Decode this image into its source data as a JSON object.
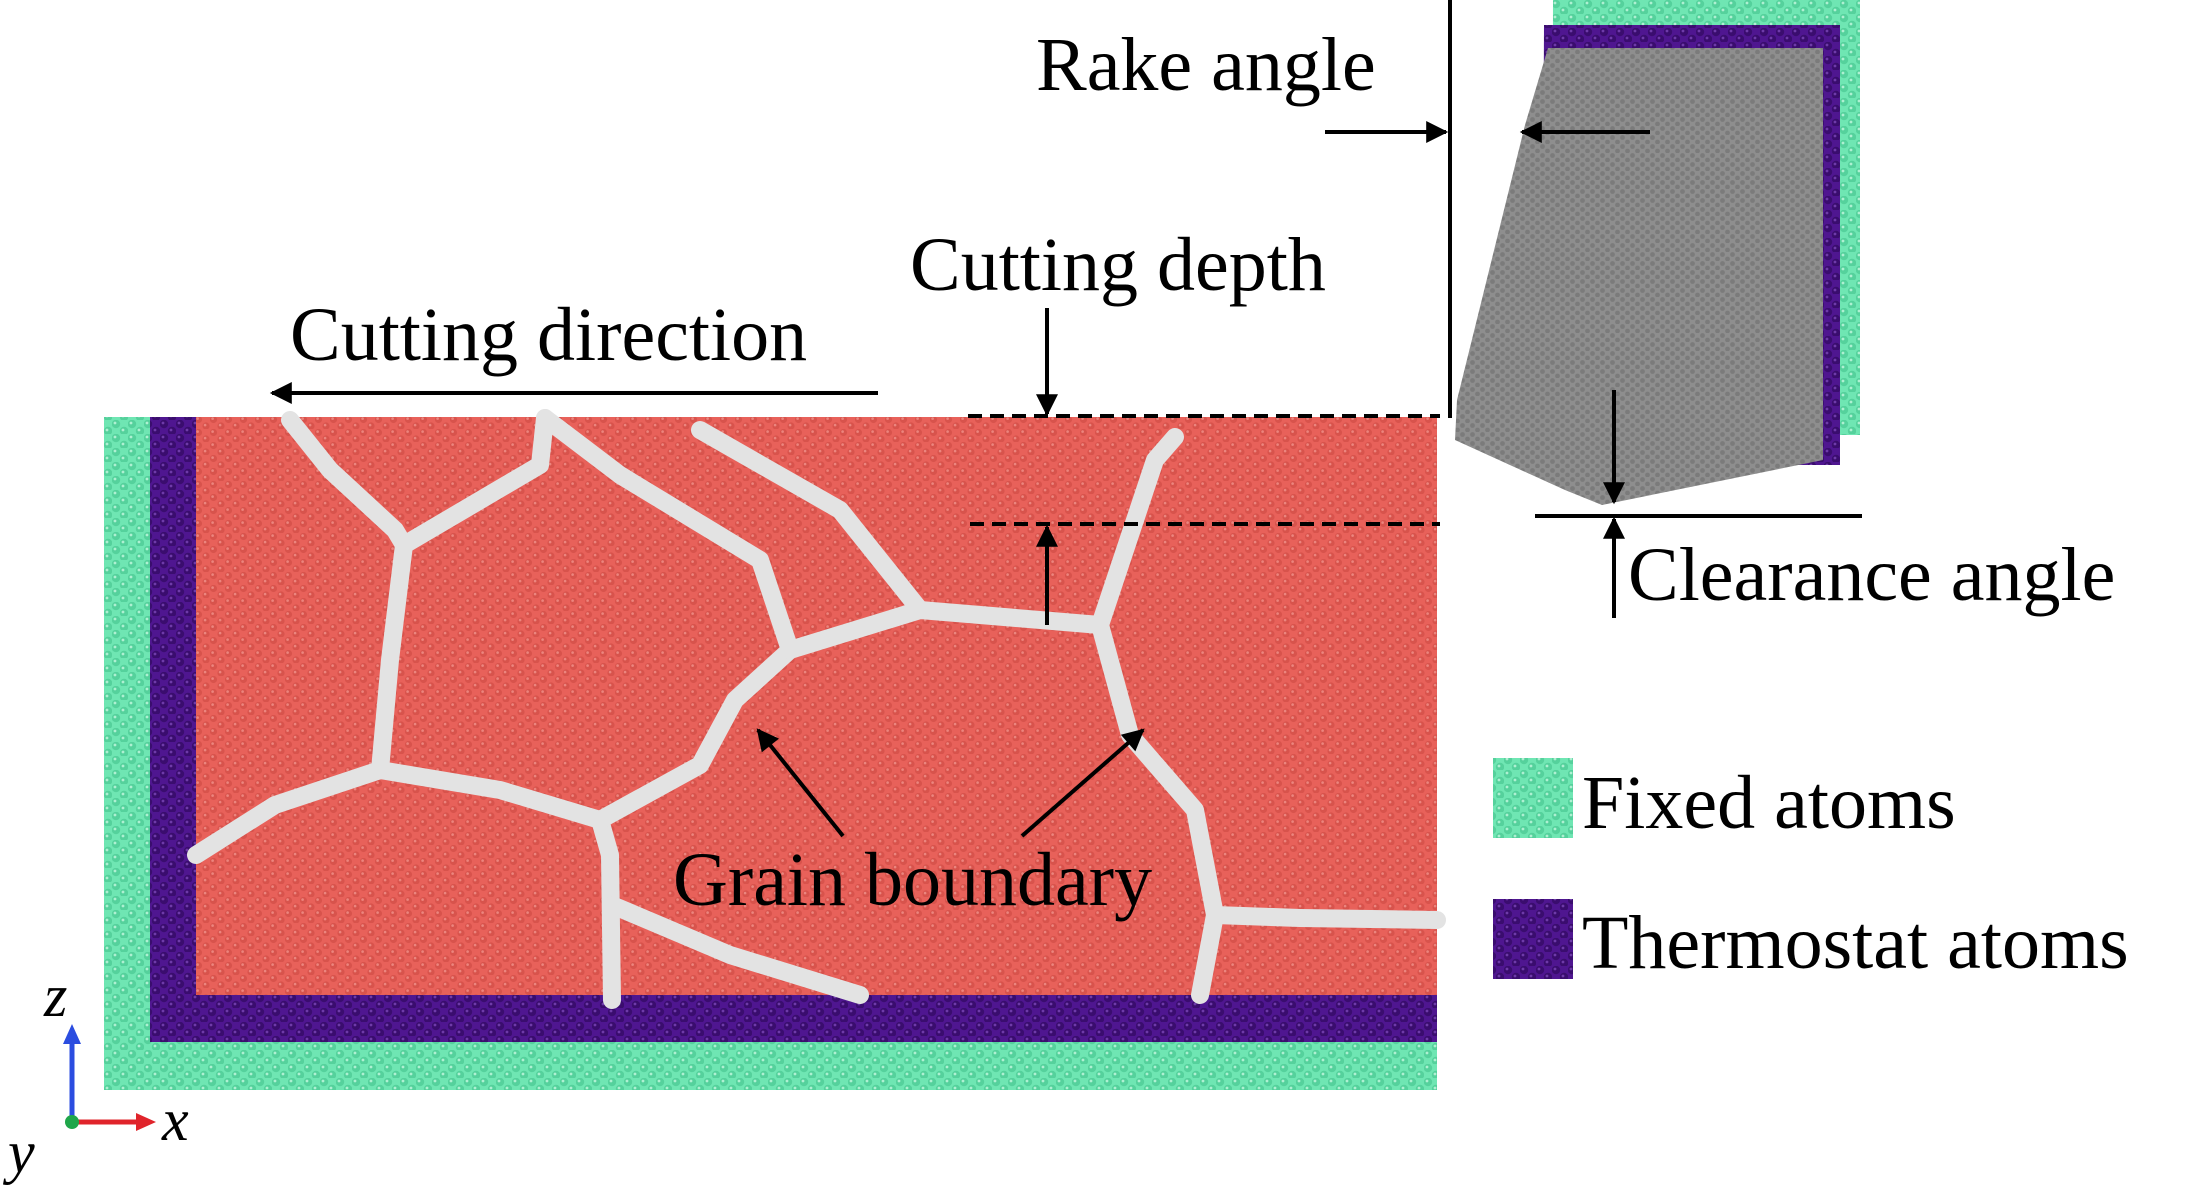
{
  "labels": {
    "rake_angle": "Rake angle",
    "cutting_depth": "Cutting depth",
    "cutting_direction": "Cutting direction",
    "clearance_angle": "Clearance angle",
    "grain_boundary": "Grain boundary"
  },
  "legend": [
    {
      "label": "Fixed atoms",
      "color": "#5fe0a9"
    },
    {
      "label": "Thermostat atoms",
      "color": "#4a0e84"
    }
  ],
  "axes": {
    "z": "z",
    "x": "x",
    "y": "y"
  },
  "colors": {
    "grain": "#e8615a",
    "grain_boundary": "#e3e3e3",
    "fixed": "#5fe0a9",
    "thermostat": "#4a0e84",
    "tool": "#8e8e8e",
    "axis_z": "#2b4de0",
    "axis_x": "#e0242b",
    "axis_y": "#1fa64a"
  }
}
